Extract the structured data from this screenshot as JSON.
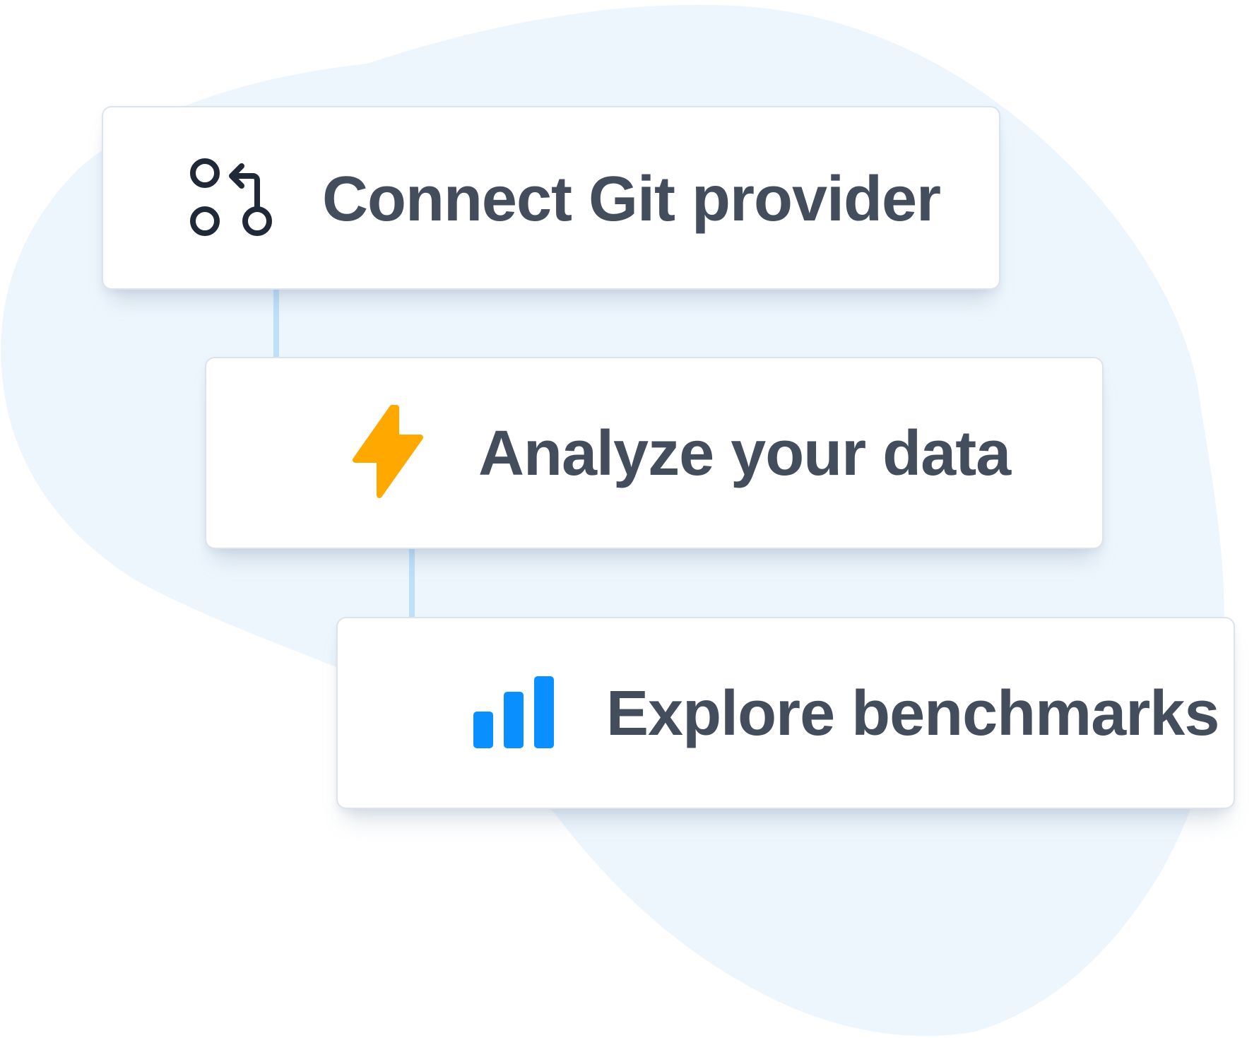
{
  "steps": [
    {
      "label": "Connect Git provider",
      "icon": "git-pull-request-icon"
    },
    {
      "label": "Analyze your data",
      "icon": "lightning-bolt-icon"
    },
    {
      "label": "Explore benchmarks",
      "icon": "bar-chart-icon"
    }
  ],
  "colors": {
    "blob": "#eef6fd",
    "connector": "#bfe0fb",
    "card_border": "#dde3ea",
    "text": "#434d5c",
    "git_icon": "#1f2937",
    "bolt_icon": "#ffa800",
    "chart_icon": "#0a8fff"
  }
}
